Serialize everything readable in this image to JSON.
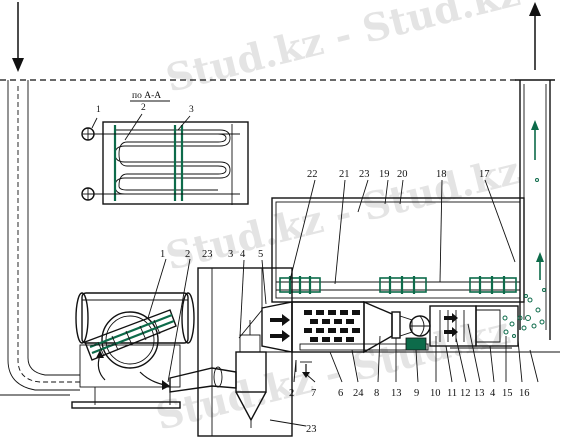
{
  "watermark": {
    "text": "Stud.kz - Stud.kz"
  },
  "inset": {
    "title": "по А-А",
    "labels": [
      "1",
      "2",
      "3"
    ]
  },
  "upper_labels": [
    "22",
    "21",
    "23",
    "19",
    "20",
    "18",
    "17"
  ],
  "left_labels": [
    "1",
    "2",
    "23",
    "3",
    "5"
  ],
  "bottom_labels": [
    "2",
    "7",
    "6",
    "24",
    "8",
    "13",
    "9",
    "10",
    "11",
    "12",
    "13",
    "4",
    "15",
    "16"
  ],
  "bottom_extra": [
    "23"
  ],
  "mid_labels": [
    "4"
  ]
}
